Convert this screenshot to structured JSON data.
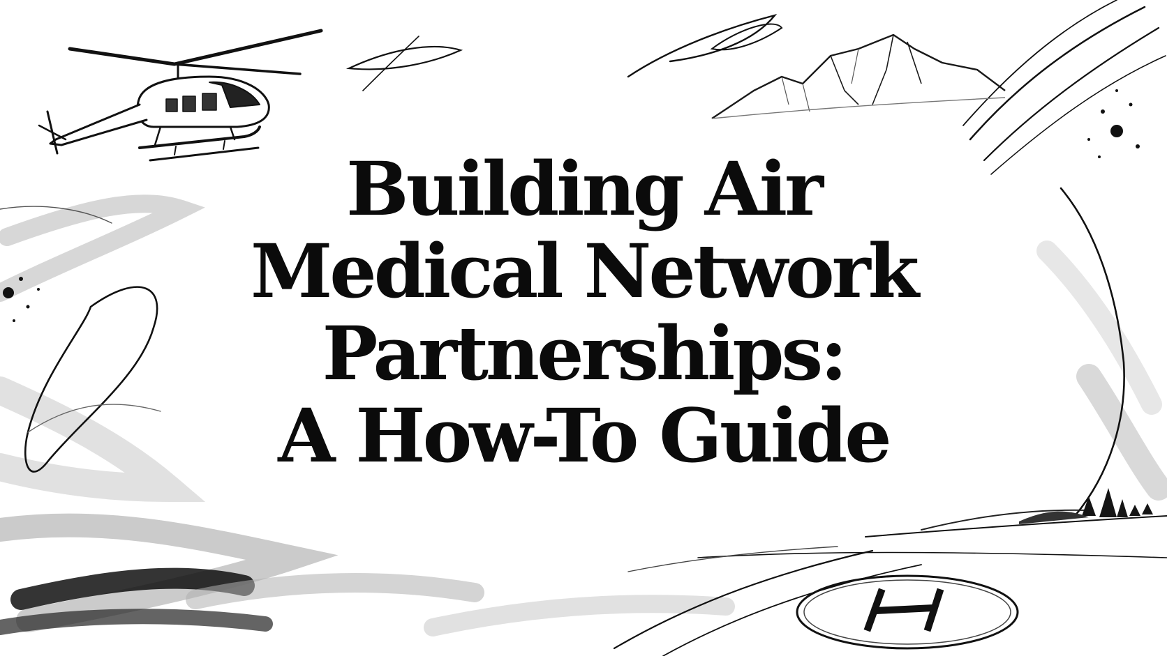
{
  "title": {
    "lines": [
      "Building Air",
      "Medical Network",
      "Partnerships:",
      "A How-To Guide"
    ]
  },
  "illustrations": {
    "helicopter": "helicopter-icon",
    "mountains": "mountain-range",
    "helipad": "helipad-h-marking",
    "trees": "tree-line"
  },
  "helipad_letter": "H",
  "colors": {
    "background": "#ffffff",
    "ink": "#0b0b0b",
    "wash": "#9a9a9a"
  }
}
